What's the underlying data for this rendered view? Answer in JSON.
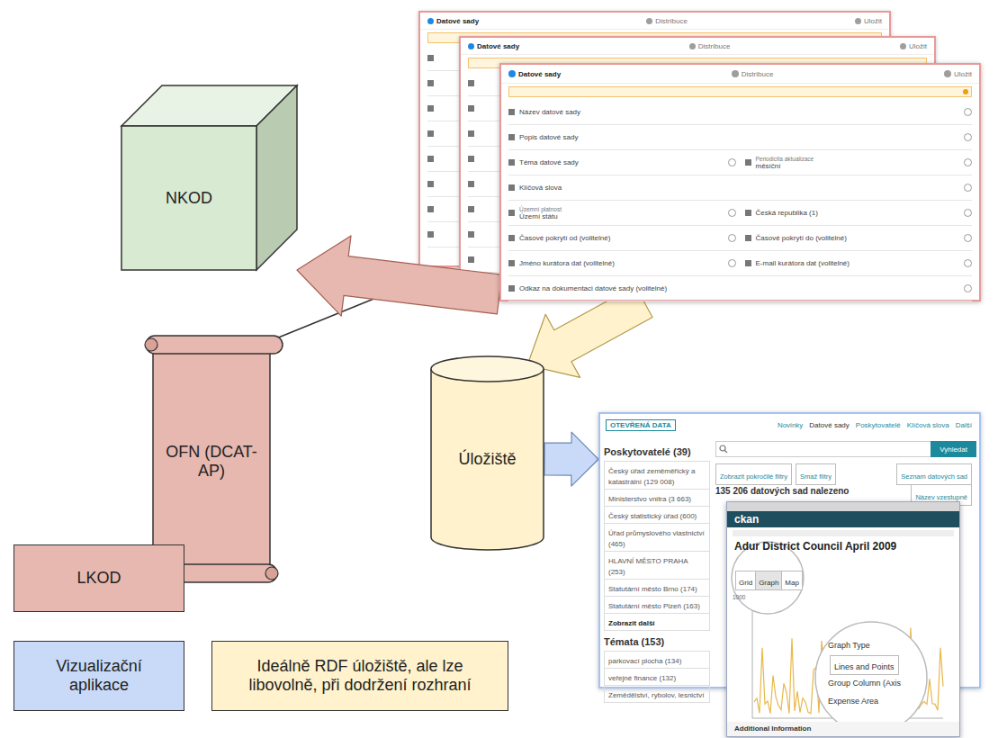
{
  "diagram": {
    "nodes": [
      {
        "text": [
          "NKOD"
        ]
      },
      {
        "text": [
          "Datové sady",
          "Distribuce",
          "Uložit",
          "Název datové sady",
          "Popis datové sady",
          "Téma datové sady",
          "Periodicita aktualizace",
          "měsíční",
          "Klíčová slova",
          "Územní platnost",
          "Území státu",
          "Česká republika (1)",
          "Časové pokrytí od (volitelné)",
          "Časové pokrytí do (volitelné)",
          "Jméno kurátora dat (volitelné)",
          "E-mail kurátora dat (volitelné)",
          "Odkaz na dokumentaci datové sady (volitelné)"
        ]
      },
      {
        "text": [
          "OFN (DCAT-AP)"
        ]
      },
      {
        "text": [
          "Úložiště"
        ]
      },
      {
        "text": [
          "OTEVŘENÁ DATA",
          "Novinky",
          "Datové sady",
          "Poskytovatelé",
          "Klíčová slova",
          "Další",
          "Poskytovatelé (39)",
          "Český úřad zeměměřický a katastrální (129 008)",
          "Ministerstvo vnitra (3 663)",
          "Český statistický úřad (600)",
          "Úřad průmyslového vlastnictví (465)",
          "HLAVNÍ MĚSTO PRAHA (253)",
          "Statutární město Brno (174)",
          "Statutární město Plzeň (163)",
          "Zobrazit další",
          "Témata (153)",
          "parkovací plocha (134)",
          "veřejné finance (132)",
          "Zemědělství, rybolov, lesnictví",
          "Vyhledat",
          "Zobrazit pokročilé filtry",
          "Smaž filtry",
          "Seznam datových sad",
          "Název vzestupně",
          "135 206 datových sad nalezeno"
        ]
      },
      {
        "text": [
          "ckan",
          "Adur District Council April 2009",
          "Grid",
          "Graph",
          "Map",
          "Graph Type",
          "Lines and Points",
          "Group Column (Axis",
          "Expense Area",
          "1000",
          "Additional Information"
        ],
        "in": 4
      }
    ],
    "edges": [
      {
        "from": 1,
        "to": 0,
        "arrow": "to"
      },
      {
        "from": 1,
        "to": 3,
        "arrow": "to"
      },
      {
        "from": 3,
        "to": 4,
        "arrow": "to"
      }
    ],
    "labels": [
      "Datové sady",
      "Distribuce",
      "Uložit",
      "Datové sady",
      "Distribuce",
      "Uložit"
    ],
    "legend": [
      {
        "text": "LKOD",
        "color": "#e6b8af"
      },
      {
        "text": "Vizualizační aplikace",
        "color": "#c9daf8"
      },
      {
        "text": "Ideálně RDF úložiště, ale lze libovolně, při dodržení rozhraní",
        "color": "#fff2cc"
      }
    ]
  }
}
